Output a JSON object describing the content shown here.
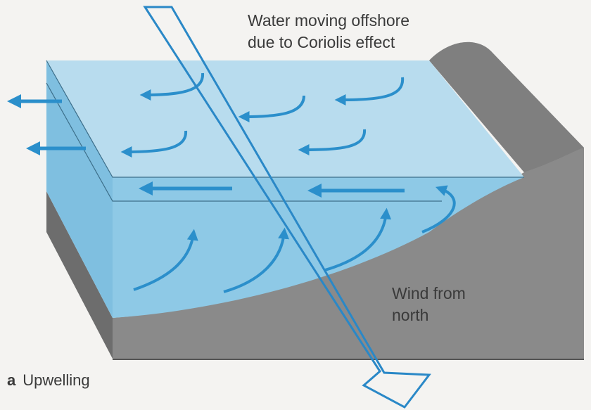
{
  "labels": {
    "coriolis_line1": "Water moving offshore",
    "coriolis_line2": "due to Coriolis effect",
    "wind_line1": "Wind from",
    "wind_line2": "north"
  },
  "caption": {
    "letter": "a",
    "text": "Upwelling"
  },
  "colors": {
    "water_top": "#b8dcee",
    "water_front": "#8ec9e6",
    "water_side": "#7fbfe0",
    "seafloor": "#8d8d8d",
    "seafloor_dark": "#6a6a6a",
    "land": "#9a9a9a",
    "arrow": "#2b8fcb",
    "wind_arrow": "#2a88c7"
  }
}
